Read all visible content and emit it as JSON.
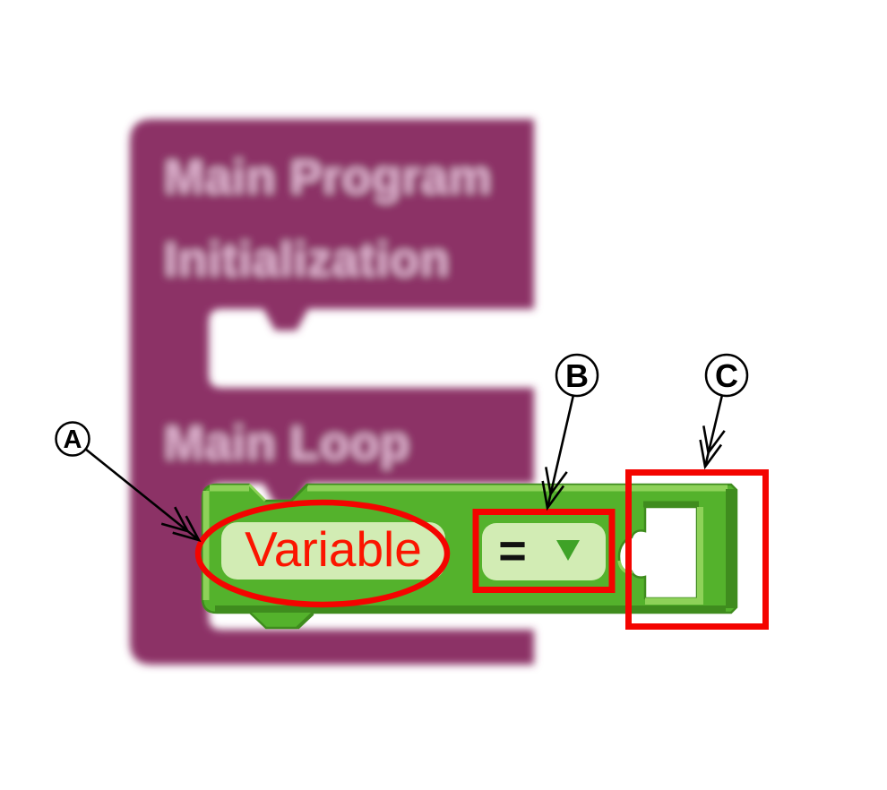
{
  "canvas": {
    "background_color": "#ffffff"
  },
  "program_block": {
    "title": "Main Program",
    "section_labels": [
      "Initialization",
      "Main Loop"
    ],
    "fill_color": "#8c3366",
    "text_color": "#dfb4d0"
  },
  "assignment_block": {
    "variable_field": "Variable",
    "operator_field": "=",
    "fill_color": "#54b22c",
    "highlight_color": "#8ed259",
    "shadow_color": "#3f8c1e",
    "field_color": "#d2ecb4",
    "variable_text_color": "#fb1500"
  },
  "annotations": {
    "color": "#f40400",
    "labels": {
      "a": "A",
      "b": "B",
      "c": "C"
    }
  }
}
